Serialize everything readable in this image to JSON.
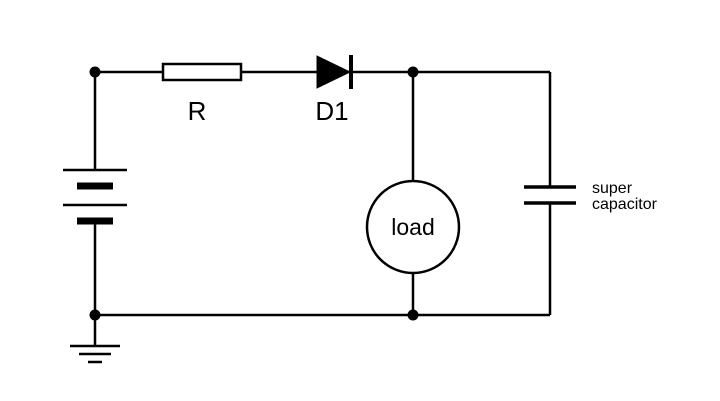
{
  "diagram": {
    "stroke_color": "#000000",
    "background_color": "#ffffff",
    "labels": {
      "resistor": "R",
      "diode": "D1",
      "load": "load",
      "capacitor_line1": "super",
      "capacitor_line2": "capacitor"
    },
    "components": [
      "battery",
      "resistor",
      "diode",
      "load",
      "supercapacitor",
      "ground"
    ]
  }
}
